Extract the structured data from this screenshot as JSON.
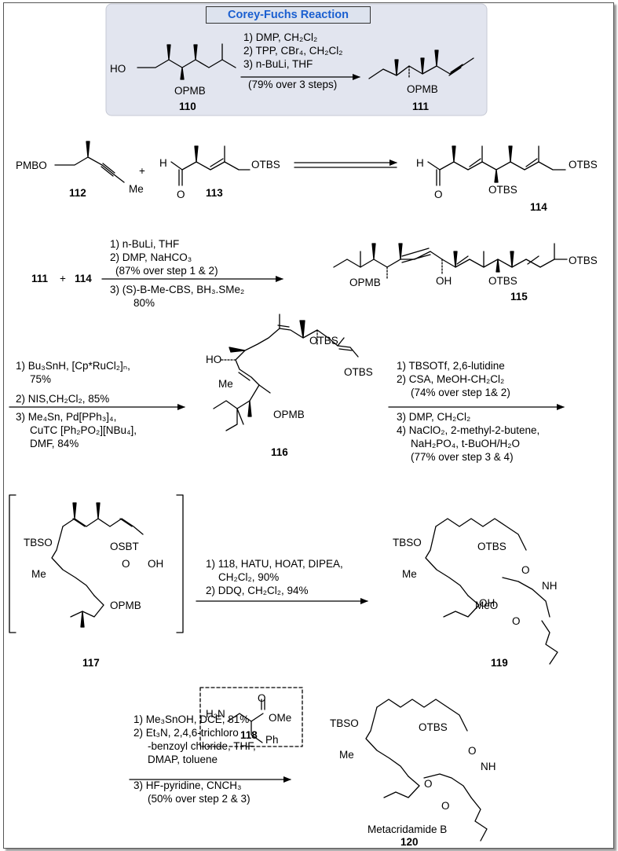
{
  "title": "Corey-Fuchs Reaction",
  "colors": {
    "title_text": "#1a5fd0",
    "panel_bg": "#e2e5ef",
    "title_bg": "#dde3ee"
  },
  "compounds": {
    "c110": "110",
    "c111": "111",
    "c112": "112",
    "c113": "113",
    "c114": "114",
    "c115": "115",
    "c116": "116",
    "c117": "117",
    "c118": "118",
    "c119": "119",
    "c120": "120",
    "final_name": "Metacridamide B"
  },
  "labels": {
    "HO": "HO",
    "OPMB": "OPMB",
    "PMBO": "PMBO",
    "OTBS": "OTBS",
    "TBSO": "TBSO",
    "OH": "OH",
    "Me": "Me",
    "H": "H",
    "O": "O",
    "OSBT": "OSBT",
    "NH": "NH",
    "MeO": "MeO",
    "H2N": "H₂N",
    "OMe": "OMe",
    "Ph": "Ph",
    "plus": "+"
  },
  "step1": [
    "1) DMP,  CH₂Cl₂",
    "2) TPP, CBr₄, CH₂Cl₂",
    "3) n-BuLi, THF",
    "(79% over 3 steps)"
  ],
  "step3": [
    "1) n-BuLi, THF",
    "2) DMP, NaHCO₃",
    "(87% over step 1 & 2)",
    "3) (S)-B-Me-CBS, BH₃.SMe₂",
    "80%"
  ],
  "step4": [
    "1) Bu₃SnH, [Cp*RuCl₂]ₙ,",
    "75%",
    "2) NIS,CH₂Cl₂, 85%",
    "3) Me₄Sn, Pd[PPh₃]₄,",
    "CuTC [Ph₂PO₂][NBu₄],",
    "DMF, 84%"
  ],
  "step5": [
    "1) TBSOTf, 2,6-lutidine",
    "2) CSA, MeOH-CH₂Cl₂",
    "(74% over step 1& 2)",
    "3) DMP,  CH₂Cl₂",
    "4) NaClO₂, 2-methyl-2-butene,",
    "NaH₂PO₄, t-BuOH/H₂O",
    "(77% over step 3 & 4)"
  ],
  "step6": [
    "1) 118, HATU, HOAT, DIPEA,",
    "CH₂Cl₂, 90%",
    "2) DDQ, CH₂Cl₂, 94%"
  ],
  "step7": [
    "1) Me₃SnOH, DCE, 81%",
    "2) Et₃N, 2,4,6-trichloro",
    "-benzoyl chloride, THF,",
    "DMAP, toluene",
    "3) HF-pyridine, CNCH₃",
    "(50% over step 2 & 3)"
  ]
}
